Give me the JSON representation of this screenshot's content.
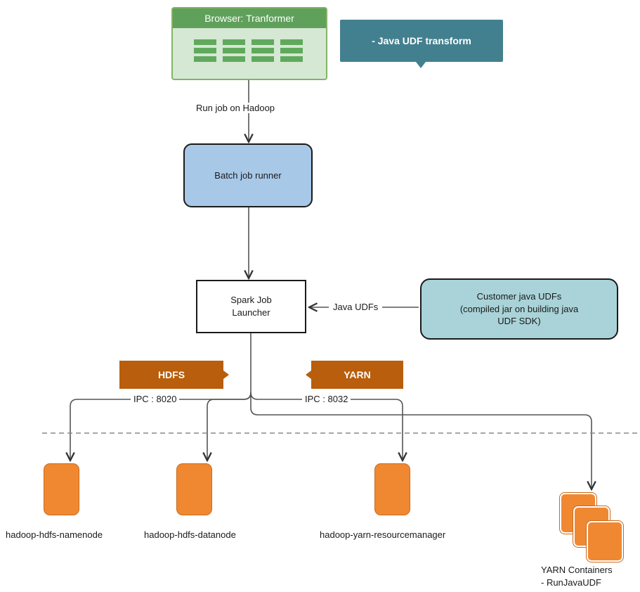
{
  "browser": {
    "title": "Browser: Tranformer",
    "icon": "table-grid-icon",
    "header_color": "#5fa05a",
    "fill_color": "#d5e8d4"
  },
  "callout": {
    "text": "- Java UDF transform",
    "color": "#43808f"
  },
  "edges": {
    "run_job": "Run job on Hadoop",
    "java_udfs": "Java UDFs",
    "ipc_hdfs": "IPC : 8020",
    "ipc_yarn": "IPC : 8032"
  },
  "nodes": {
    "batch_runner": "Batch job runner",
    "spark_launcher": "Spark Job\nLauncher",
    "customer_udfs": "Customer java UDFs\n(compiled jar on building java\nUDF SDK)"
  },
  "tags": {
    "hdfs": "HDFS",
    "yarn": "YARN",
    "color": "#b85e0c"
  },
  "services": {
    "namenode": "hadoop-hdfs-namenode",
    "datanode": "hadoop-hdfs-datanode",
    "resourcemanager": "hadoop-yarn-resourcemanager",
    "containers": "YARN Containers\n- RunJavaUDF",
    "icon_color": "#f08832"
  },
  "colors": {
    "batch_fill": "#a8c8e8",
    "customer_fill": "#a9d3d8"
  }
}
